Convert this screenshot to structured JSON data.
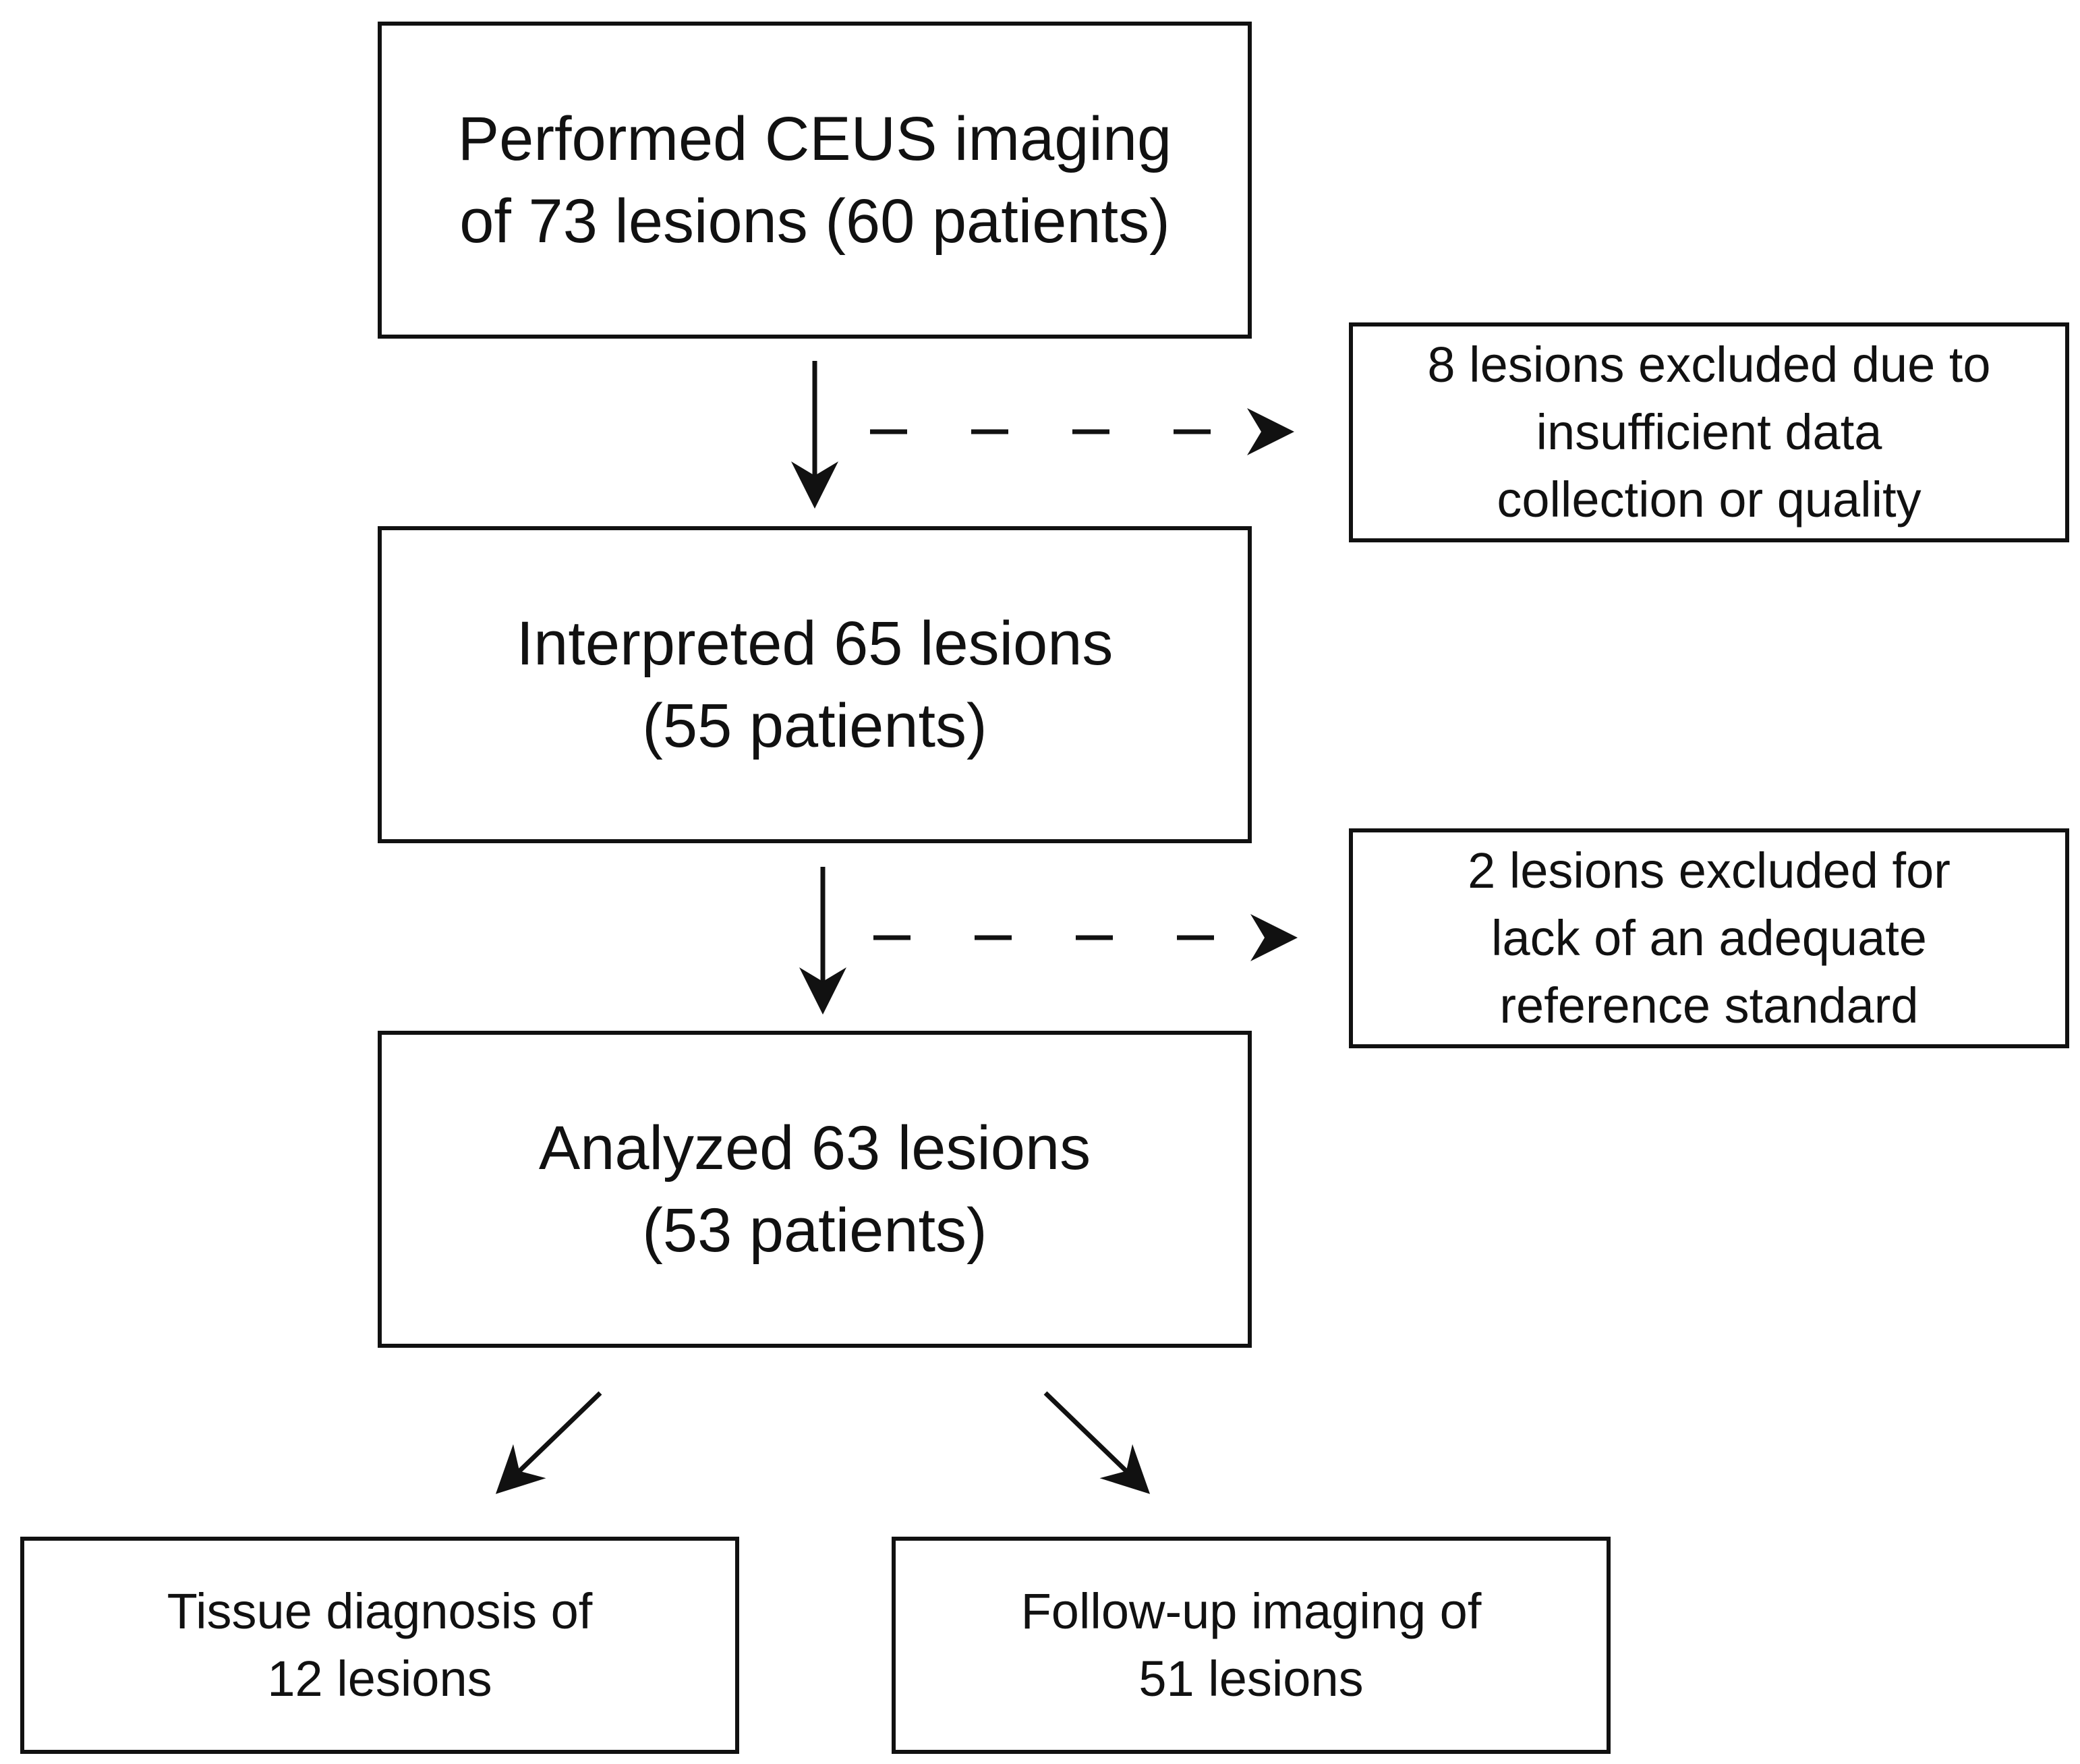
{
  "flowchart": {
    "performed": {
      "line1": "Performed CEUS imaging",
      "line2": "of 73 lesions (60 patients)"
    },
    "interpreted": {
      "line1": "Interpreted 65 lesions",
      "line2": "(55 patients)"
    },
    "analyzed": {
      "line1": "Analyzed 63 lesions",
      "line2": "(53 patients)"
    },
    "excluded_1": {
      "line1": "8 lesions excluded due to",
      "line2": "insufficient data",
      "line3": "collection or quality"
    },
    "excluded_2": {
      "line1": "2 lesions excluded for",
      "line2": "lack of an adequate",
      "line3": "reference standard"
    },
    "tissue": {
      "line1": "Tissue diagnosis of",
      "line2": "12 lesions"
    },
    "followup": {
      "line1": "Follow-up imaging of",
      "line2": "51 lesions"
    }
  },
  "colors": {
    "stroke": "#111111",
    "background": "#ffffff"
  }
}
